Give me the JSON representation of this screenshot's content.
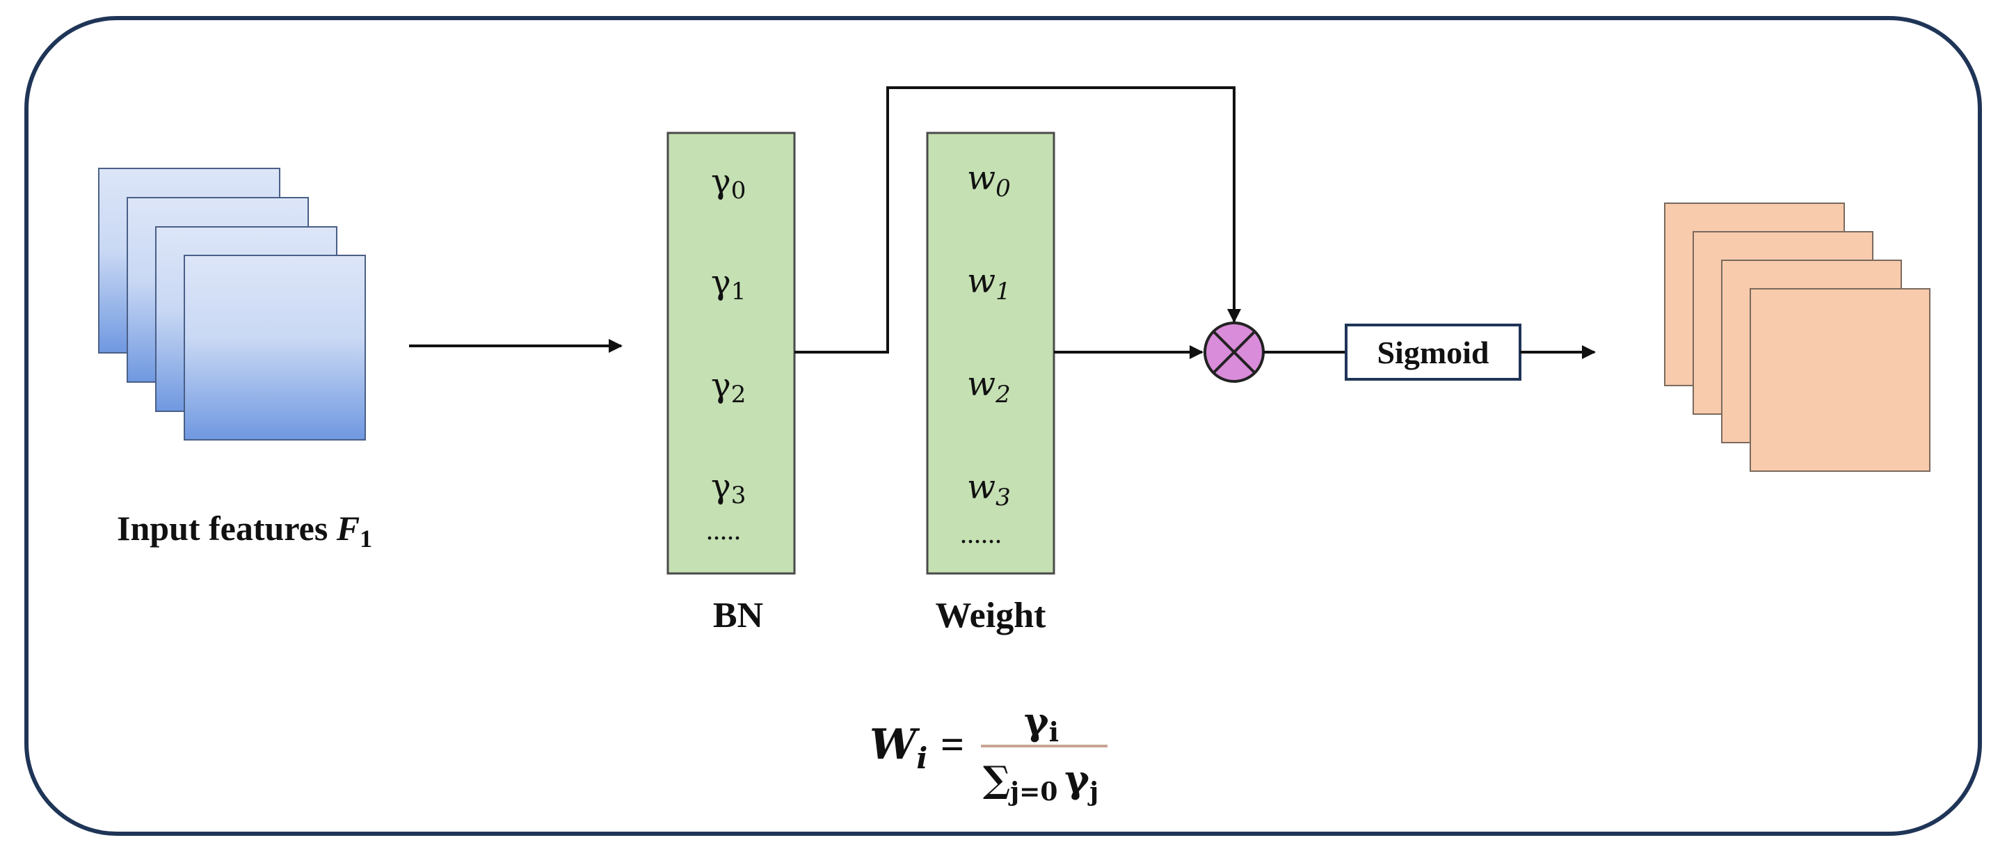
{
  "diagram": {
    "input": {
      "label": "Input features ",
      "symbol": "F",
      "subscript": "1"
    },
    "bn": {
      "label": "BN",
      "symbol": "γ",
      "items": [
        {
          "sub": "0"
        },
        {
          "sub": "1"
        },
        {
          "sub": "2"
        },
        {
          "sub": "3"
        }
      ],
      "ellipsis": "....."
    },
    "weight": {
      "label": "Weight",
      "symbol": "w",
      "items": [
        {
          "sub": "0"
        },
        {
          "sub": "1"
        },
        {
          "sub": "2"
        },
        {
          "sub": "3"
        }
      ],
      "ellipsis": "......"
    },
    "multiply_node": {
      "icon": "multiply-circle-icon"
    },
    "sigmoid": {
      "label": "Sigmoid"
    },
    "formula": {
      "lhs_symbol": "W",
      "lhs_subscript": "i",
      "equals": "=",
      "numerator_symbol": "γ",
      "numerator_subscript": "i",
      "denominator_sum": "∑",
      "denominator_subscript": "j=0",
      "denominator_symbol": "γ",
      "denominator_symbol_subscript": "j"
    },
    "colors": {
      "frame": "#1f3557",
      "line": "#111111",
      "input_top": "#dde6f8",
      "input_bottom": "#6f98e0",
      "input_stroke": "#4a5f87",
      "column_fill": "#c5e0b3",
      "column_stroke": "#4a4a4a",
      "multiply_fill": "#d98cd9",
      "output_fill": "#f8cbad",
      "output_stroke": "#7a6a5e",
      "fraction_bar": "#c9a493"
    }
  }
}
